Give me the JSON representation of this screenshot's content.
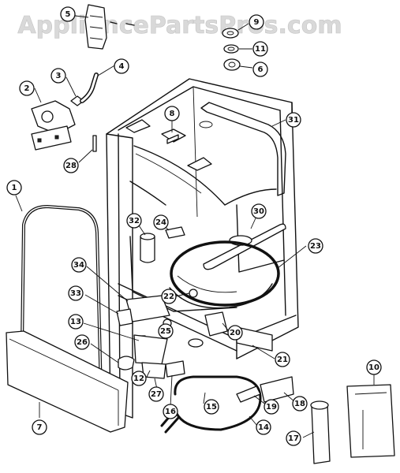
{
  "watermark": "AppliancePartsPros.com",
  "callouts": [
    {
      "label": "5"
    },
    {
      "label": "9"
    },
    {
      "label": "11"
    },
    {
      "label": "6"
    },
    {
      "label": "2"
    },
    {
      "label": "3"
    },
    {
      "label": "4"
    },
    {
      "label": "8"
    },
    {
      "label": "31"
    },
    {
      "label": "28"
    },
    {
      "label": "1"
    },
    {
      "label": "32"
    },
    {
      "label": "24"
    },
    {
      "label": "30"
    },
    {
      "label": "23"
    },
    {
      "label": "34"
    },
    {
      "label": "22"
    },
    {
      "label": "33"
    },
    {
      "label": "25"
    },
    {
      "label": "13"
    },
    {
      "label": "26"
    },
    {
      "label": "20"
    },
    {
      "label": "21"
    },
    {
      "label": "12"
    },
    {
      "label": "27"
    },
    {
      "label": "15"
    },
    {
      "label": "16"
    },
    {
      "label": "19"
    },
    {
      "label": "18"
    },
    {
      "label": "10"
    },
    {
      "label": "7"
    },
    {
      "label": "14"
    },
    {
      "label": "17"
    }
  ]
}
